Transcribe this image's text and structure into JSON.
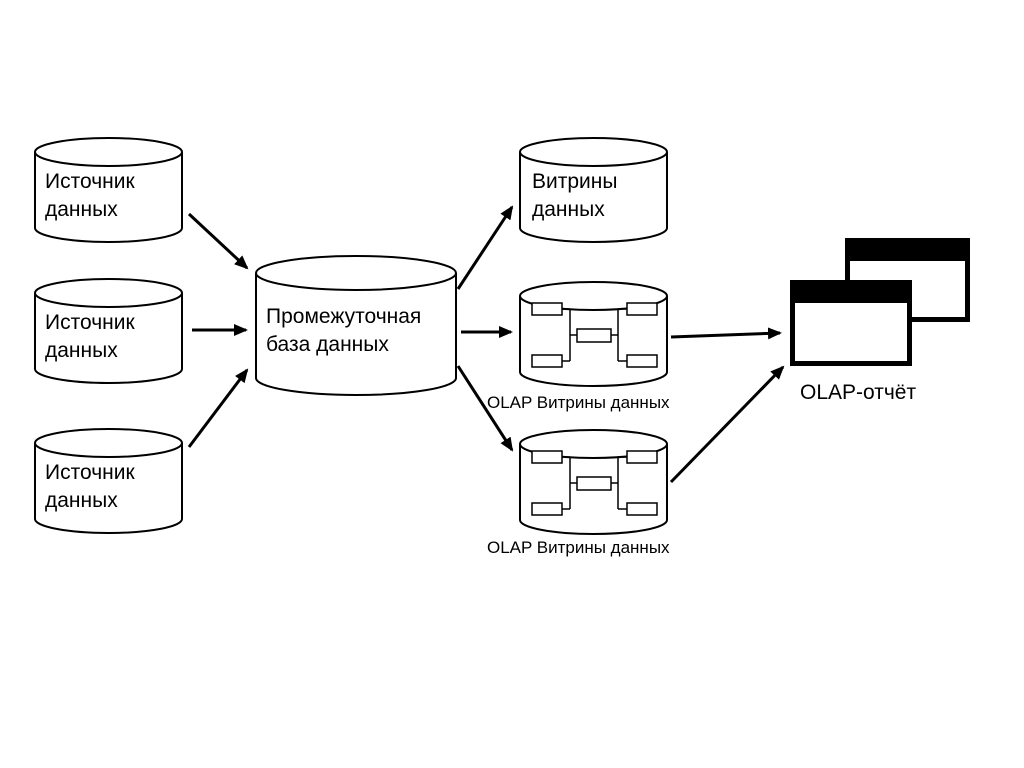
{
  "diagram": {
    "title": "OLAP data warehouse architecture diagram",
    "colors": {
      "stroke": "#000000",
      "fill": "#ffffff",
      "background": "#ffffff"
    },
    "nodes": {
      "source1": {
        "label": "Источник данных",
        "shape": "database-cylinder"
      },
      "source2": {
        "label": "Источник данных",
        "shape": "database-cylinder"
      },
      "source3": {
        "label": "Источник данных",
        "shape": "database-cylinder"
      },
      "staging": {
        "label": "Промежуточная база данных",
        "shape": "database-cylinder"
      },
      "mart": {
        "label": "Витрины данных",
        "shape": "database-cylinder"
      },
      "olap_mart1": {
        "label": "OLAP Витрины данных",
        "shape": "database-cylinder-star-schema"
      },
      "olap_mart2": {
        "label": "OLAP Витрины данных",
        "shape": "database-cylinder-star-schema"
      },
      "report": {
        "label": "OLAP-отчёт",
        "shape": "overlapping-windows"
      }
    },
    "edges": [
      {
        "from": "source1",
        "to": "staging"
      },
      {
        "from": "source2",
        "to": "staging"
      },
      {
        "from": "source3",
        "to": "staging"
      },
      {
        "from": "staging",
        "to": "mart"
      },
      {
        "from": "staging",
        "to": "olap_mart1"
      },
      {
        "from": "staging",
        "to": "olap_mart2"
      },
      {
        "from": "olap_mart1",
        "to": "report"
      },
      {
        "from": "olap_mart2",
        "to": "report"
      }
    ]
  }
}
